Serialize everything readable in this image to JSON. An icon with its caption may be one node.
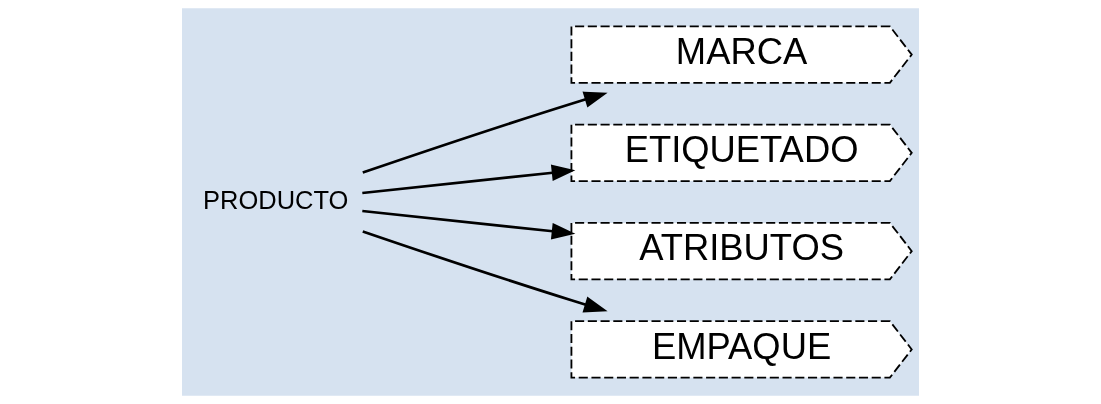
{
  "diagram": {
    "nodes": [
      {
        "text": [
          "PRODUCTO"
        ]
      },
      {
        "text": [
          "MARCA"
        ]
      },
      {
        "text": [
          "ETIQUETADO"
        ]
      },
      {
        "text": [
          "ATRIBUTOS"
        ]
      },
      {
        "text": [
          "EMPAQUE"
        ]
      }
    ],
    "edges": [
      {
        "from": 0,
        "to": 1,
        "arrow": "to"
      },
      {
        "from": 0,
        "to": 2,
        "arrow": "to"
      },
      {
        "from": 0,
        "to": 3,
        "arrow": "to"
      },
      {
        "from": 0,
        "to": 4,
        "arrow": "to"
      }
    ]
  }
}
